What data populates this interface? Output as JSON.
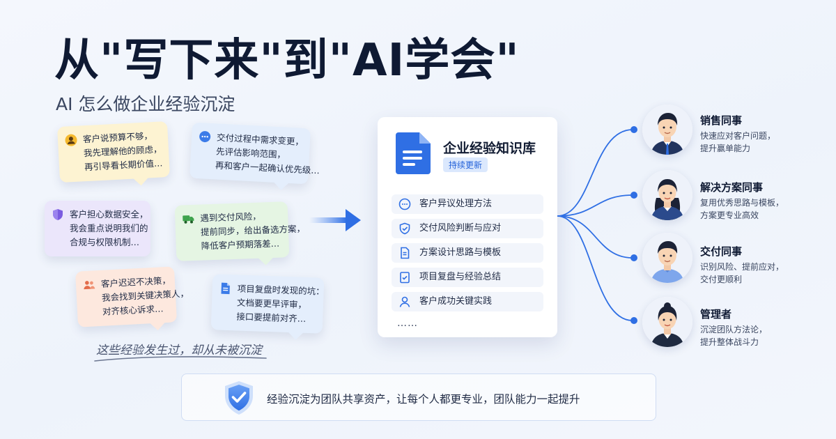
{
  "header": {
    "title": "从\"写下来\"到\"AI学会\"",
    "subtitle": "AI 怎么做企业经验沉淀"
  },
  "notes": [
    {
      "icon": "user-icon",
      "lines": [
        "客户说预算不够，",
        "我先理解他的顾虑，",
        "再引导看长期价值…"
      ]
    },
    {
      "icon": "chat-bubble-icon",
      "lines": [
        "交付过程中需求变更，",
        "先评估影响范围，",
        "再和客户一起确认优先级…"
      ]
    },
    {
      "icon": "shield-icon",
      "lines": [
        "客户担心数据安全，",
        "我会重点说明我们的",
        "合规与权限机制…"
      ]
    },
    {
      "icon": "truck-icon",
      "lines": [
        "遇到交付风险，",
        "提前同步，给出备选方案，",
        "降低客户预期落差…"
      ]
    },
    {
      "icon": "people-icon",
      "lines": [
        "客户迟迟不决策，",
        "我会找到关键决策人，",
        "对齐核心诉求…"
      ]
    },
    {
      "icon": "document-icon",
      "lines": [
        "项目复盘时发现的坑：",
        "文档要更早评审，",
        "接口要提前对齐…"
      ]
    }
  ],
  "handnote": "这些经验发生过，却从未被沉淀",
  "knowledge_base": {
    "title": "企业经验知识库",
    "badge": "持续更新",
    "items": [
      {
        "icon": "chat-bubble-icon",
        "label": "客户异议处理方法"
      },
      {
        "icon": "shield-check-icon",
        "label": "交付风险判断与应对"
      },
      {
        "icon": "document-icon",
        "label": "方案设计思路与模板"
      },
      {
        "icon": "checklist-icon",
        "label": "项目复盘与经验总结"
      },
      {
        "icon": "user-icon",
        "label": "客户成功关键实践"
      }
    ],
    "more": "……"
  },
  "roles": [
    {
      "name": "销售同事",
      "desc": [
        "快速应对客户问题，",
        "提升赢单能力"
      ]
    },
    {
      "name": "解决方案同事",
      "desc": [
        "复用优秀思路与模板，",
        "方案更专业高效"
      ]
    },
    {
      "name": "交付同事",
      "desc": [
        "识别风险、提前应对，",
        "交付更顺利"
      ]
    },
    {
      "name": "管理者",
      "desc": [
        "沉淀团队方法论，",
        "提升整体战斗力"
      ]
    }
  ],
  "footer": {
    "text": "经验沉淀为团队共享资产，让每个人都更专业，团队能力一起提升"
  },
  "colors": {
    "accent": "#2f6fe4",
    "title": "#0f1a33"
  }
}
